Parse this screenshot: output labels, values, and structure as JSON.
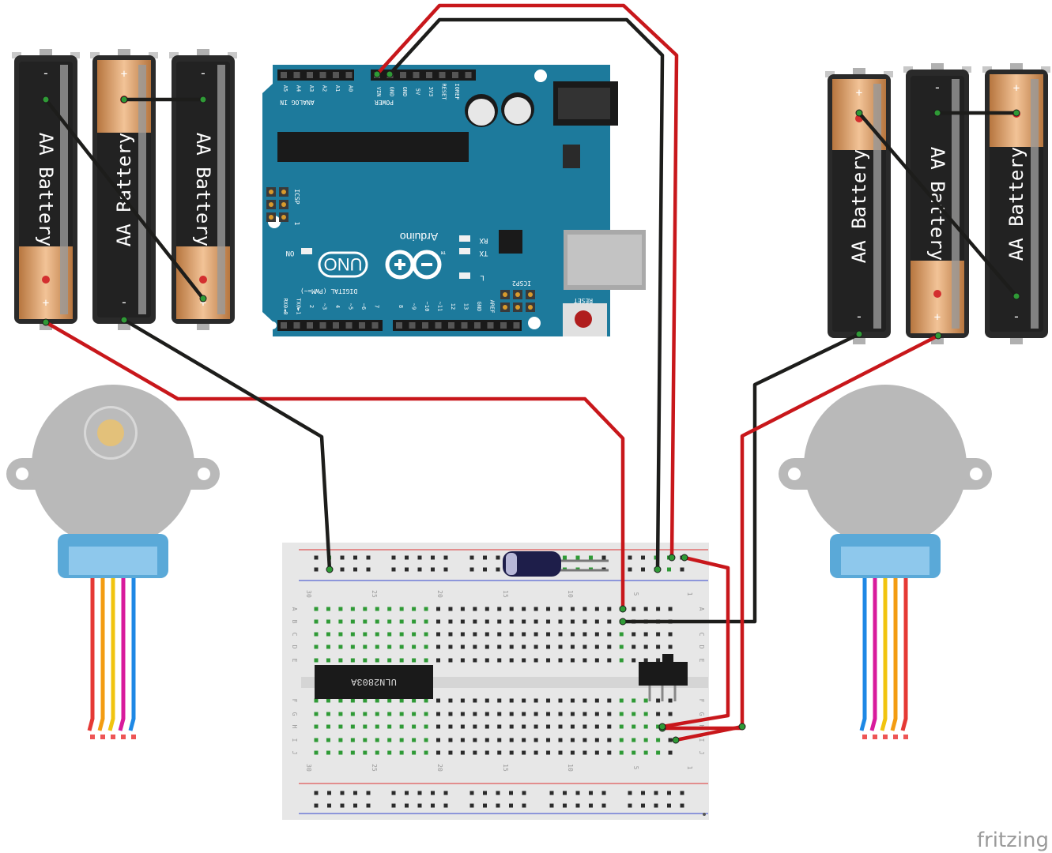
{
  "battery_label": "AA Battery",
  "battery_plus": "+",
  "battery_minus": "-",
  "arduino": {
    "name": "Arduino",
    "model": "UNO",
    "trademark": "TM",
    "analog_header": "ANALOG IN",
    "power_header": "POWER",
    "digital_header": "DIGITAL (PWM=~)",
    "icsp": "ICSP",
    "icsp2": "ICSP2",
    "reset": "RESET",
    "on": "ON",
    "rx": "RX",
    "tx": "TX",
    "l": "L",
    "one": "1",
    "analog_pins": [
      "A5",
      "A4",
      "A3",
      "A2",
      "A1",
      "A0"
    ],
    "power_pins": [
      "VIN",
      "GND",
      "GND",
      "5V",
      "3V3",
      "RESET",
      "IOREF"
    ],
    "digital_pins_low": [
      "RX0◄0",
      "TX0►1",
      "2",
      "~3",
      "4",
      "~5",
      "~6",
      "7"
    ],
    "digital_pins_high": [
      "8",
      "~9",
      "~10",
      "~11",
      "12",
      "13",
      "GND",
      "AREF"
    ]
  },
  "chip_label": "ULN2803A",
  "breadboard": {
    "columns_top": [
      "30",
      "25",
      "20",
      "15",
      "10",
      "5",
      "1"
    ],
    "columns_bottom": [
      "30",
      "25",
      "20",
      "15",
      "10",
      "5",
      "1"
    ],
    "rows_top": [
      "A",
      "B",
      "C",
      "D",
      "E"
    ],
    "rows_bottom": [
      "F",
      "G",
      "H",
      "I",
      "J"
    ]
  },
  "watermark": "fritzing",
  "colors": {
    "wire_red": "#c8171b",
    "wire_black": "#1d1d1b",
    "arduino_blue": "#1d7a9c",
    "motor_grey": "#b9b9b9",
    "motor_blue": "#5aa9d8",
    "pin_green": "#2f9a36"
  }
}
